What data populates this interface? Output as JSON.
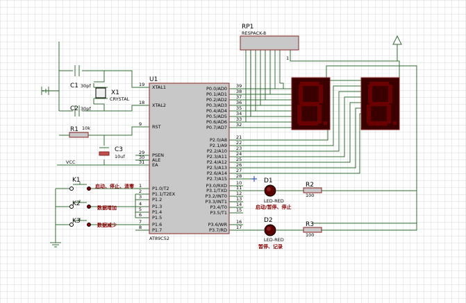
{
  "colors": {
    "grid": "#d8d8d8",
    "wire": "#2f6b2f",
    "chip": "#c8c8c8",
    "chip_border": "#8b2222",
    "segment_on": "#6b0000",
    "segment_bg": "#3a0000",
    "label_red": "#8b0000"
  },
  "icons": {
    "ground": "ground-icon",
    "power": "power-arrow-icon",
    "led": "led-icon",
    "switch": "push-button-icon",
    "probe": "probe-star-icon"
  },
  "u1": {
    "ref": "U1",
    "part": "AT89C52",
    "left_pins": [
      {
        "num": "19",
        "name": "XTAL1"
      },
      {
        "num": "18",
        "name": "XTAL2"
      },
      {
        "num": "9",
        "name": "RST"
      },
      {
        "num": "29",
        "name": "PSEN"
      },
      {
        "num": "30",
        "name": "ALE"
      },
      {
        "num": "31",
        "name": "EA"
      },
      {
        "num": "1",
        "name": "P1.0/T2"
      },
      {
        "num": "2",
        "name": "P1.1/T2EX"
      },
      {
        "num": "3",
        "name": "P1.2"
      },
      {
        "num": "4",
        "name": "P1.3"
      },
      {
        "num": "5",
        "name": "P1.4"
      },
      {
        "num": "6",
        "name": "P1.5"
      },
      {
        "num": "7",
        "name": "P1.6"
      },
      {
        "num": "8",
        "name": "P1.7"
      }
    ],
    "right_pins": [
      {
        "num": "39",
        "name": "P0.0/AD0"
      },
      {
        "num": "38",
        "name": "P0.1/AD1"
      },
      {
        "num": "37",
        "name": "P0.2/AD2"
      },
      {
        "num": "36",
        "name": "P0.3/AD3"
      },
      {
        "num": "35",
        "name": "P0.4/AD4"
      },
      {
        "num": "34",
        "name": "P0.5/AD5"
      },
      {
        "num": "33",
        "name": "P0.6/AD6"
      },
      {
        "num": "32",
        "name": "P0.7/AD7"
      },
      {
        "num": "21",
        "name": "P2.0/A8"
      },
      {
        "num": "22",
        "name": "P2.1/A9"
      },
      {
        "num": "23",
        "name": "P2.2/A10"
      },
      {
        "num": "24",
        "name": "P2.3/A11"
      },
      {
        "num": "25",
        "name": "P2.4/A12"
      },
      {
        "num": "26",
        "name": "P2.5/A13"
      },
      {
        "num": "27",
        "name": "P2.6/A14"
      },
      {
        "num": "28",
        "name": "P2.7/A15"
      },
      {
        "num": "10",
        "name": "P3.0/RXD"
      },
      {
        "num": "11",
        "name": "P3.1/TXD"
      },
      {
        "num": "12",
        "name": "P3.2/INT0"
      },
      {
        "num": "13",
        "name": "P3.3/INT1"
      },
      {
        "num": "14",
        "name": "P3.4/T0"
      },
      {
        "num": "15",
        "name": "P3.5/T1"
      },
      {
        "num": "16",
        "name": "P3.6/WR"
      },
      {
        "num": "17",
        "name": "P3.7/RD"
      }
    ]
  },
  "rp1": {
    "ref": "RP1",
    "part": "RESPACK-8",
    "pin1": "1"
  },
  "c1": {
    "ref": "C1",
    "value": "30pf"
  },
  "c2": {
    "ref": "C2",
    "value": "30pf"
  },
  "c3": {
    "ref": "C3",
    "value": "10uf"
  },
  "x1": {
    "ref": "X1",
    "part": "CRYSTAL"
  },
  "r1": {
    "ref": "R1",
    "value": "10k"
  },
  "r2": {
    "ref": "R2",
    "value": "100"
  },
  "r3": {
    "ref": "R3",
    "value": "100"
  },
  "d1": {
    "ref": "D1",
    "part": "LED-RED",
    "caption": "启动/暂停、停止"
  },
  "d2": {
    "ref": "D2",
    "part": "LED-RED",
    "caption": "暂停、记录"
  },
  "k1": {
    "ref": "K1",
    "caption": "启动、停止、清零"
  },
  "k2": {
    "ref": "K2",
    "caption": "数据增加"
  },
  "k3": {
    "ref": "K3",
    "caption": "数据减少"
  },
  "vcc": {
    "label": "VCC"
  }
}
